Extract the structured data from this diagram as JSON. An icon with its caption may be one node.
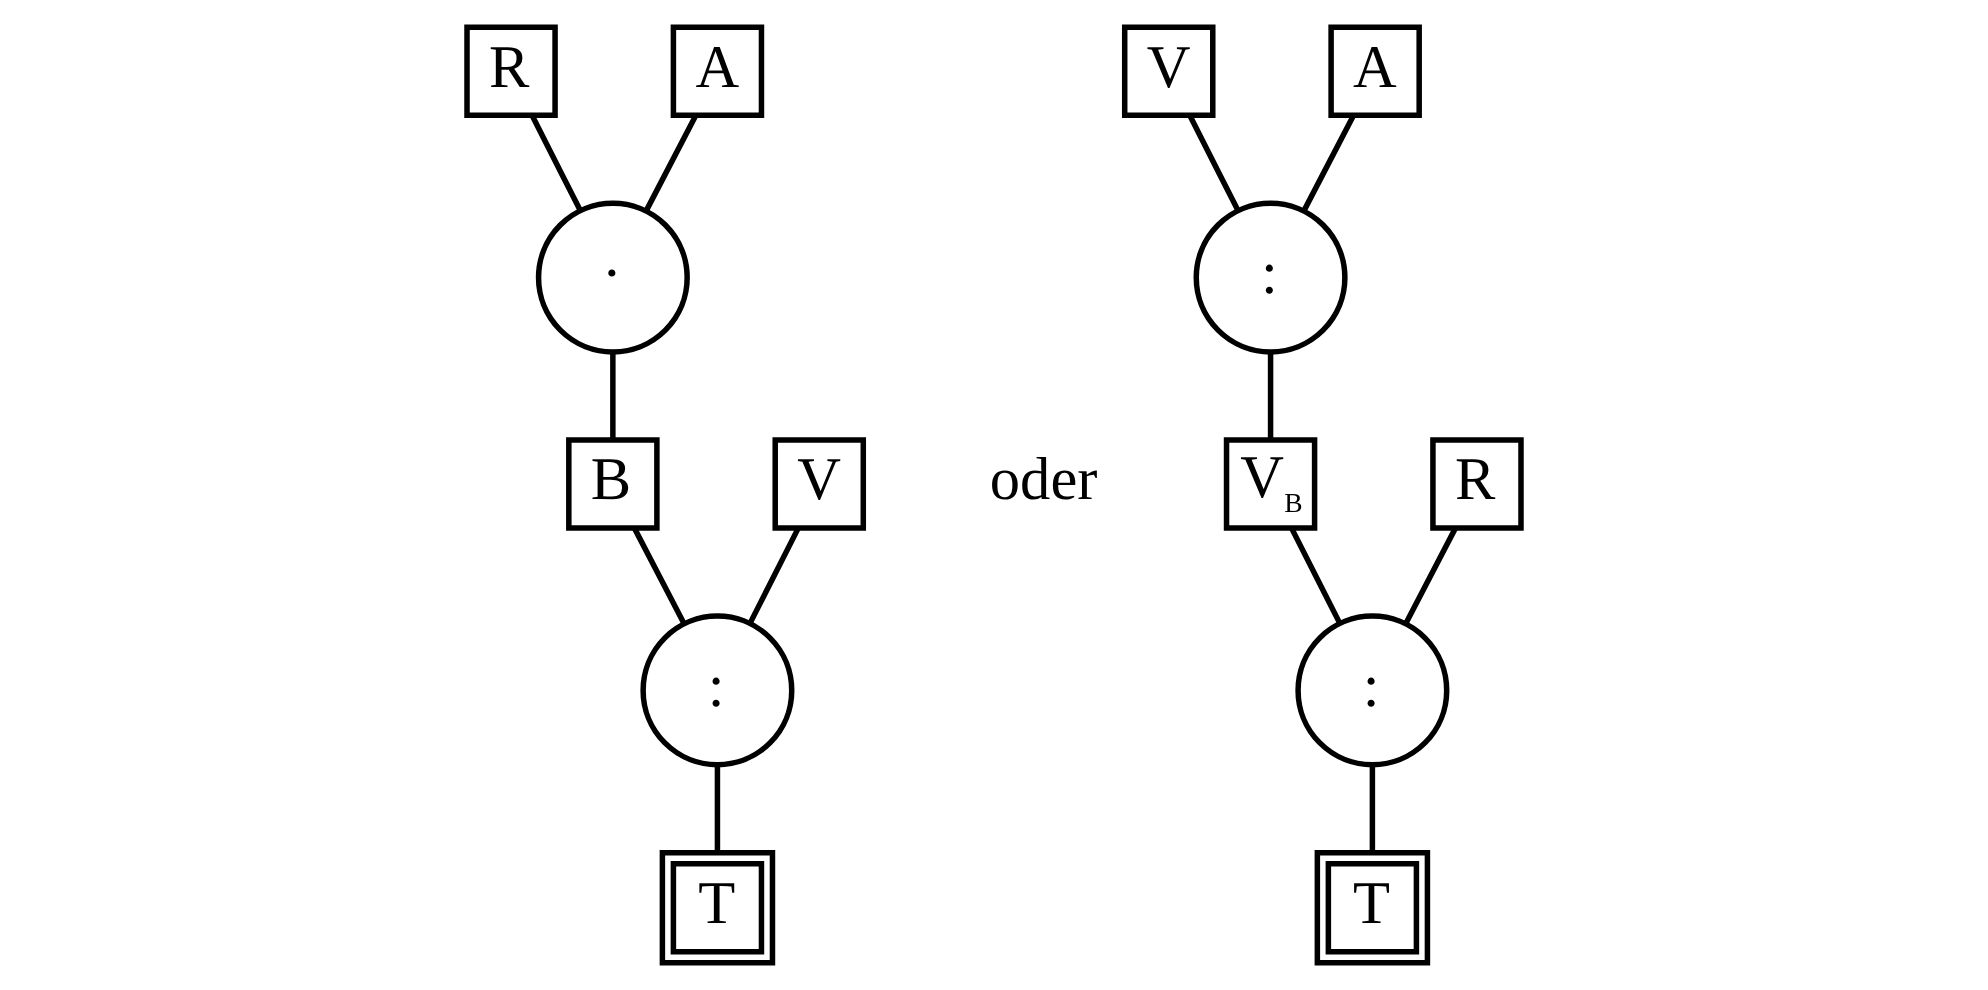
{
  "diagram": {
    "nodes": [
      {
        "text": [
          "R"
        ]
      },
      {
        "text": [
          "A"
        ]
      },
      {
        "text": [
          "·"
        ]
      },
      {
        "text": [
          "V"
        ]
      },
      {
        "text": [
          "B"
        ]
      },
      {
        "text": [
          ":"
        ]
      },
      {
        "text": [
          "T"
        ]
      },
      {
        "text": [
          "V"
        ]
      },
      {
        "text": [
          "A"
        ]
      },
      {
        "text": [
          ":"
        ]
      },
      {
        "text": [
          "V$_{B}$"
        ]
      },
      {
        "text": [
          "R"
        ]
      },
      {
        "text": [
          ":"
        ]
      },
      {
        "text": [
          "T"
        ]
      }
    ],
    "edges": [
      {
        "from": 0,
        "to": 2,
        "arrow": "none"
      },
      {
        "from": 1,
        "to": 2,
        "arrow": "none"
      },
      {
        "from": 2,
        "to": 4,
        "arrow": "none"
      },
      {
        "from": 3,
        "to": 5,
        "arrow": "none"
      },
      {
        "from": 4,
        "to": 5,
        "arrow": "none"
      },
      {
        "from": 5,
        "to": 6,
        "arrow": "none"
      },
      {
        "from": 7,
        "to": 9,
        "arrow": "none"
      },
      {
        "from": 8,
        "to": 9,
        "arrow": "none"
      },
      {
        "from": 9,
        "to": 10,
        "arrow": "none"
      },
      {
        "from": 10,
        "to": 12,
        "arrow": "none"
      },
      {
        "from": 11,
        "to": 12,
        "arrow": "none"
      },
      {
        "from": 12,
        "to": 13,
        "arrow": "none"
      }
    ],
    "labels": [
      "oder"
    ]
  }
}
